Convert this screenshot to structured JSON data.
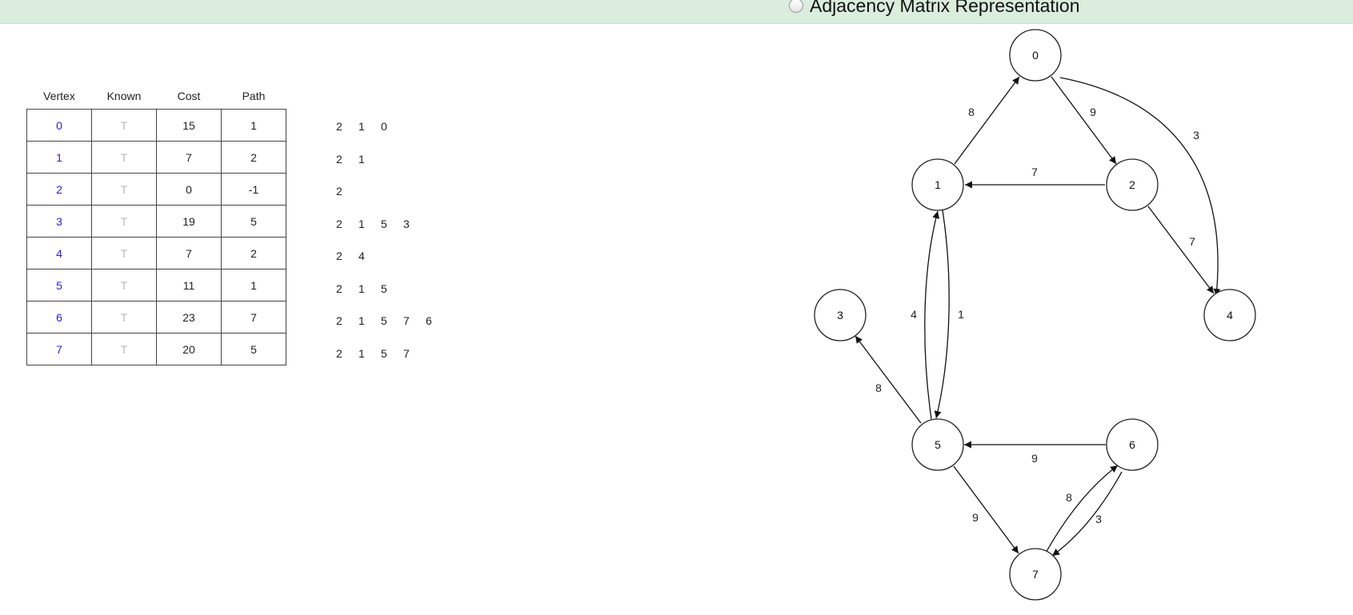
{
  "header": {
    "representation_option": "Adjacency Matrix Representation"
  },
  "table": {
    "headers": [
      "Vertex",
      "Known",
      "Cost",
      "Path"
    ],
    "rows": [
      {
        "vertex": "0",
        "known": "T",
        "cost": "15",
        "path": "1"
      },
      {
        "vertex": "1",
        "known": "T",
        "cost": "7",
        "path": "2"
      },
      {
        "vertex": "2",
        "known": "T",
        "cost": "0",
        "path": "-1"
      },
      {
        "vertex": "3",
        "known": "T",
        "cost": "19",
        "path": "5"
      },
      {
        "vertex": "4",
        "known": "T",
        "cost": "7",
        "path": "2"
      },
      {
        "vertex": "5",
        "known": "T",
        "cost": "11",
        "path": "1"
      },
      {
        "vertex": "6",
        "known": "T",
        "cost": "23",
        "path": "7"
      },
      {
        "vertex": "7",
        "known": "T",
        "cost": "20",
        "path": "5"
      }
    ]
  },
  "paths": [
    [
      "2",
      "1",
      "0"
    ],
    [
      "2",
      "1"
    ],
    [
      "2"
    ],
    [
      "2",
      "1",
      "5",
      "3"
    ],
    [
      "2",
      "4"
    ],
    [
      "2",
      "1",
      "5"
    ],
    [
      "2",
      "1",
      "5",
      "7",
      "6"
    ],
    [
      "2",
      "1",
      "5",
      "7"
    ]
  ],
  "graph": {
    "nodes": [
      "0",
      "1",
      "2",
      "3",
      "4",
      "5",
      "6",
      "7"
    ],
    "edges": [
      {
        "from": "1",
        "to": "0",
        "weight": "8"
      },
      {
        "from": "0",
        "to": "2",
        "weight": "9"
      },
      {
        "from": "0",
        "to": "4",
        "weight": "3"
      },
      {
        "from": "2",
        "to": "1",
        "weight": "7"
      },
      {
        "from": "2",
        "to": "4",
        "weight": "7"
      },
      {
        "from": "5",
        "to": "1",
        "weight": "4"
      },
      {
        "from": "1",
        "to": "5",
        "weight": "1"
      },
      {
        "from": "5",
        "to": "3",
        "weight": "8"
      },
      {
        "from": "6",
        "to": "5",
        "weight": "9"
      },
      {
        "from": "5",
        "to": "7",
        "weight": "9"
      },
      {
        "from": "7",
        "to": "6",
        "weight": "8"
      },
      {
        "from": "6",
        "to": "7",
        "weight": "3"
      }
    ]
  }
}
